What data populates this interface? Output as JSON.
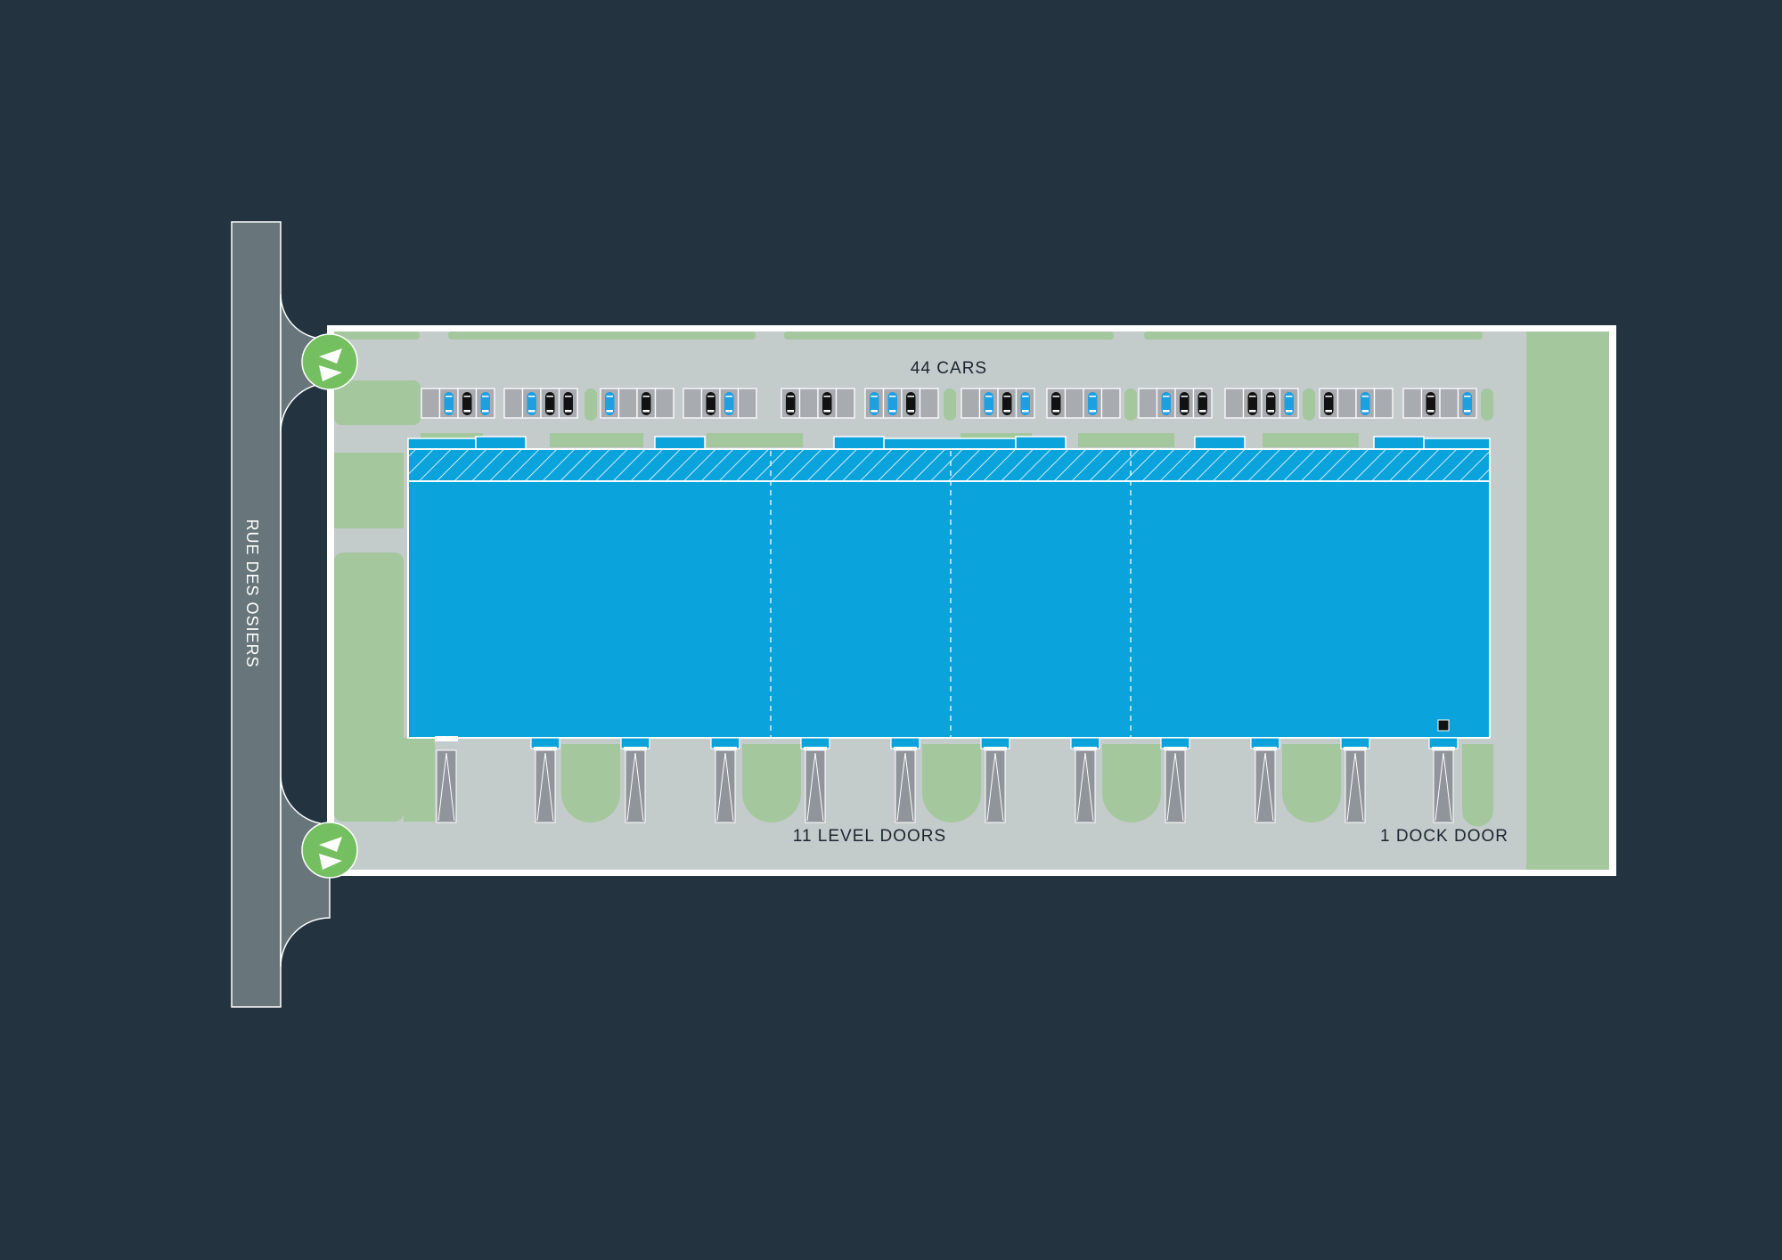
{
  "labels": {
    "road": "RUE DES OSIERS",
    "parking": "44 CARS",
    "level_doors": "11 LEVEL DOORS",
    "dock_door": "1 DOCK DOOR"
  },
  "colors": {
    "background": "#233440",
    "road": "#68767c",
    "lot": "#c4cbcb",
    "green": "#a5c79e",
    "building": "#0aa3dc",
    "entrance": "#74bf5f",
    "car_blue": "#1e9fe0",
    "car_black": "#111111",
    "slot": "#a8abb0"
  },
  "parking_groups": [
    [
      "empty",
      "blue",
      "black",
      "blue"
    ],
    [
      "empty",
      "blue",
      "black",
      "black"
    ],
    [
      "blue",
      "empty",
      "black",
      "empty"
    ],
    [
      "empty",
      "black",
      "blue",
      "empty"
    ],
    [
      "black",
      "empty",
      "black",
      "empty"
    ],
    [
      "blue",
      "blue",
      "black",
      "empty"
    ],
    [
      "empty",
      "blue",
      "black",
      "blue"
    ],
    [
      "black",
      "empty",
      "blue",
      "empty"
    ],
    [
      "empty",
      "blue",
      "black",
      "black"
    ],
    [
      "empty",
      "black",
      "black",
      "blue"
    ],
    [
      "black",
      "empty",
      "blue",
      "empty"
    ],
    [
      "empty",
      "black",
      "empty",
      "blue"
    ]
  ],
  "units": 4,
  "level_door_count": 11,
  "dock_door_count": 1
}
